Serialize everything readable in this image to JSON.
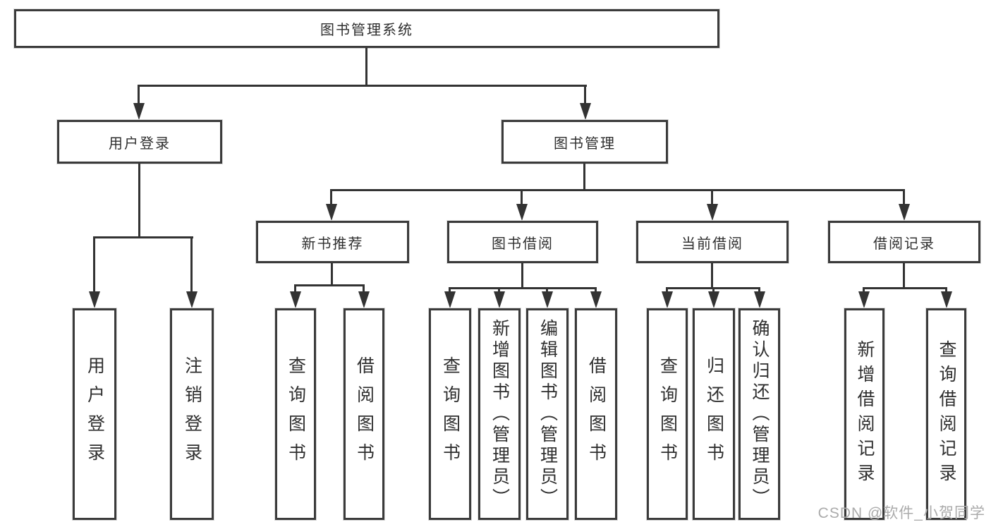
{
  "tree": {
    "label": "图书管理系统",
    "children": [
      {
        "label": "用户登录",
        "children": [
          {
            "label": "用户登录"
          },
          {
            "label": "注销登录"
          }
        ]
      },
      {
        "label": "图书管理",
        "children": [
          {
            "label": "新书推荐",
            "children": [
              {
                "label": "查询图书"
              },
              {
                "label": "借阅图书"
              }
            ]
          },
          {
            "label": "图书借阅",
            "children": [
              {
                "label": "查询图书"
              },
              {
                "label": "新增图书（管理员）"
              },
              {
                "label": "编辑图书（管理员）"
              },
              {
                "label": "借阅图书"
              }
            ]
          },
          {
            "label": "当前借阅",
            "children": [
              {
                "label": "查询图书"
              },
              {
                "label": "归还图书"
              },
              {
                "label": "确认归还（管理员）"
              }
            ]
          },
          {
            "label": "借阅记录",
            "children": [
              {
                "label": "新增借阅记录"
              },
              {
                "label": "查询借阅记录"
              }
            ]
          }
        ]
      }
    ]
  },
  "watermark": {
    "text": "CSDN @软件_小贺同学"
  },
  "colors": {
    "line": "#333333",
    "box_border": "#3b3b3b",
    "text": "#2f2f2f",
    "watermark": "#ababab",
    "background": "#ffffff"
  }
}
